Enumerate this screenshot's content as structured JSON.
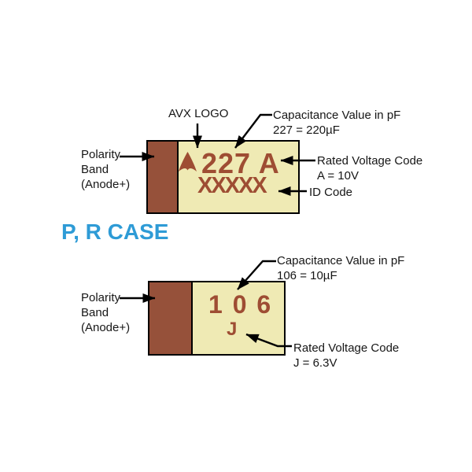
{
  "colors": {
    "band": "#96513A",
    "body": "#EFEAB4",
    "marking": "#9E4D33",
    "case_label": "#2E9BD6",
    "arrow": "#000000"
  },
  "case_label": "P, R CASE",
  "top_unit": {
    "logo_icon": "avx-triangle-logo",
    "avx_logo_label": "AVX LOGO",
    "capacitance_label_line1": "Capacitance Value in pF",
    "capacitance_label_line2": "227 = 220µF",
    "polarity_label_line1": "Polarity",
    "polarity_label_line2": "Band",
    "polarity_label_line3": "(Anode+)",
    "rated_voltage_line1": "Rated Voltage Code",
    "rated_voltage_line2": "A = 10V",
    "id_code_label": "ID Code",
    "marking_line1": "227 A",
    "marking_line2": "XXXXX"
  },
  "bottom_unit": {
    "capacitance_label_line1": "Capacitance Value in pF",
    "capacitance_label_line2": "106 = 10µF",
    "polarity_label_line1": "Polarity",
    "polarity_label_line2": "Band",
    "polarity_label_line3": "(Anode+)",
    "rated_voltage_line1": "Rated Voltage Code",
    "rated_voltage_line2": "J = 6.3V",
    "marking_line1": "1 0 6",
    "marking_line2": "J"
  }
}
